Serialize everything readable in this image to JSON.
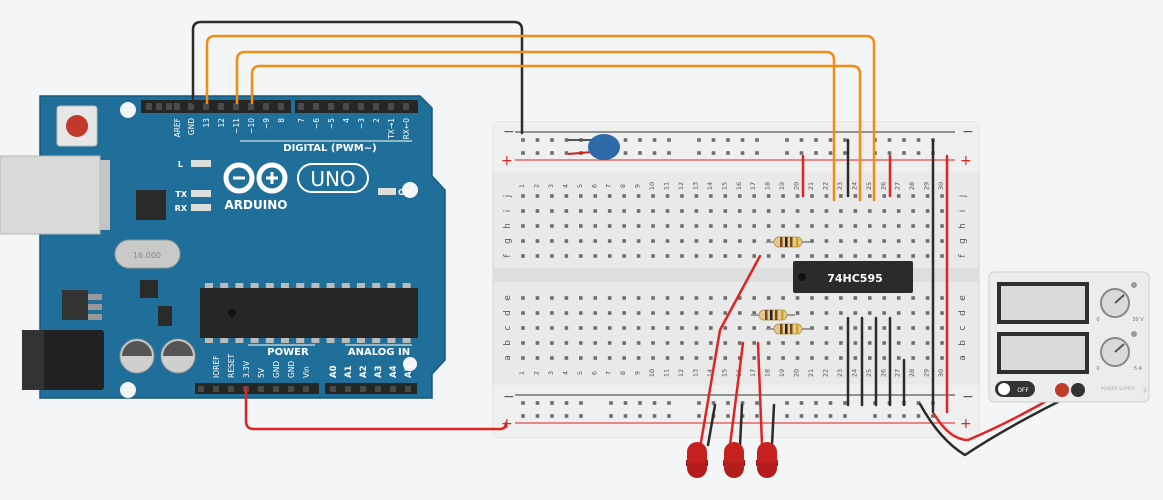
{
  "arduino": {
    "logo_text": "ARDUINO",
    "model": "UNO",
    "digital_label": "DIGITAL (PWM~)",
    "power_label": "POWER",
    "analog_label": "ANALOG IN",
    "on_label": "ON",
    "l_label": "L",
    "tx_label": "TX",
    "rx_label": "RX",
    "crystal_text": "16.000",
    "top_pins": [
      "AREF",
      "GND",
      "13",
      "12",
      "~11",
      "~10",
      "~9",
      "8",
      "7",
      "~6",
      "~5",
      "4",
      "~3",
      "2",
      "TX→1",
      "RX←0"
    ],
    "power_pins": [
      "IOREF",
      "RESET",
      "3.3V",
      "5V",
      "GND",
      "GND",
      "Vin"
    ],
    "analog_pins": [
      "A0",
      "A1",
      "A2",
      "A3",
      "A4",
      "A5"
    ]
  },
  "breadboard": {
    "columns": [
      "1",
      "2",
      "3",
      "4",
      "5",
      "6",
      "7",
      "8",
      "9",
      "10",
      "11",
      "12",
      "13",
      "14",
      "15",
      "16",
      "17",
      "18",
      "19",
      "20",
      "21",
      "22",
      "23",
      "24",
      "25",
      "26",
      "27",
      "28",
      "29",
      "30"
    ],
    "rows_top": [
      "j",
      "i",
      "h",
      "g",
      "f"
    ],
    "rows_bottom": [
      "e",
      "d",
      "c",
      "b",
      "a"
    ],
    "rail_minus": "−",
    "rail_plus": "+"
  },
  "chip": {
    "label": "74HC595"
  },
  "power_supply": {
    "switch_label": "OFF",
    "brand": "POWER SUPPLY",
    "volt_max": "30 V",
    "amp_max": "5 A",
    "zero": "0"
  },
  "colors": {
    "arduino": "#1f6f9a",
    "wire_orange": "#f28c12",
    "wire_black": "#2b2b2b",
    "wire_red": "#e02424",
    "led": "#b51c1c",
    "breadboard": "#ebebeb"
  }
}
